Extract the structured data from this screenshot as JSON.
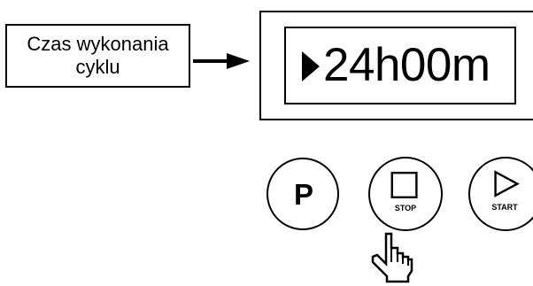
{
  "callout": {
    "line1": "Czas wykonania",
    "line2": "cyklu"
  },
  "display": {
    "indicator_icon": "play-triangle-icon",
    "time": "24h00m"
  },
  "buttons": {
    "p": {
      "label": "P",
      "icon": "p-letter"
    },
    "stop": {
      "label": "STOP",
      "icon": "stop-square-icon"
    },
    "start": {
      "label": "START",
      "icon": "play-triangle-icon"
    }
  },
  "pointer": {
    "icon": "hand-pointer-icon"
  }
}
